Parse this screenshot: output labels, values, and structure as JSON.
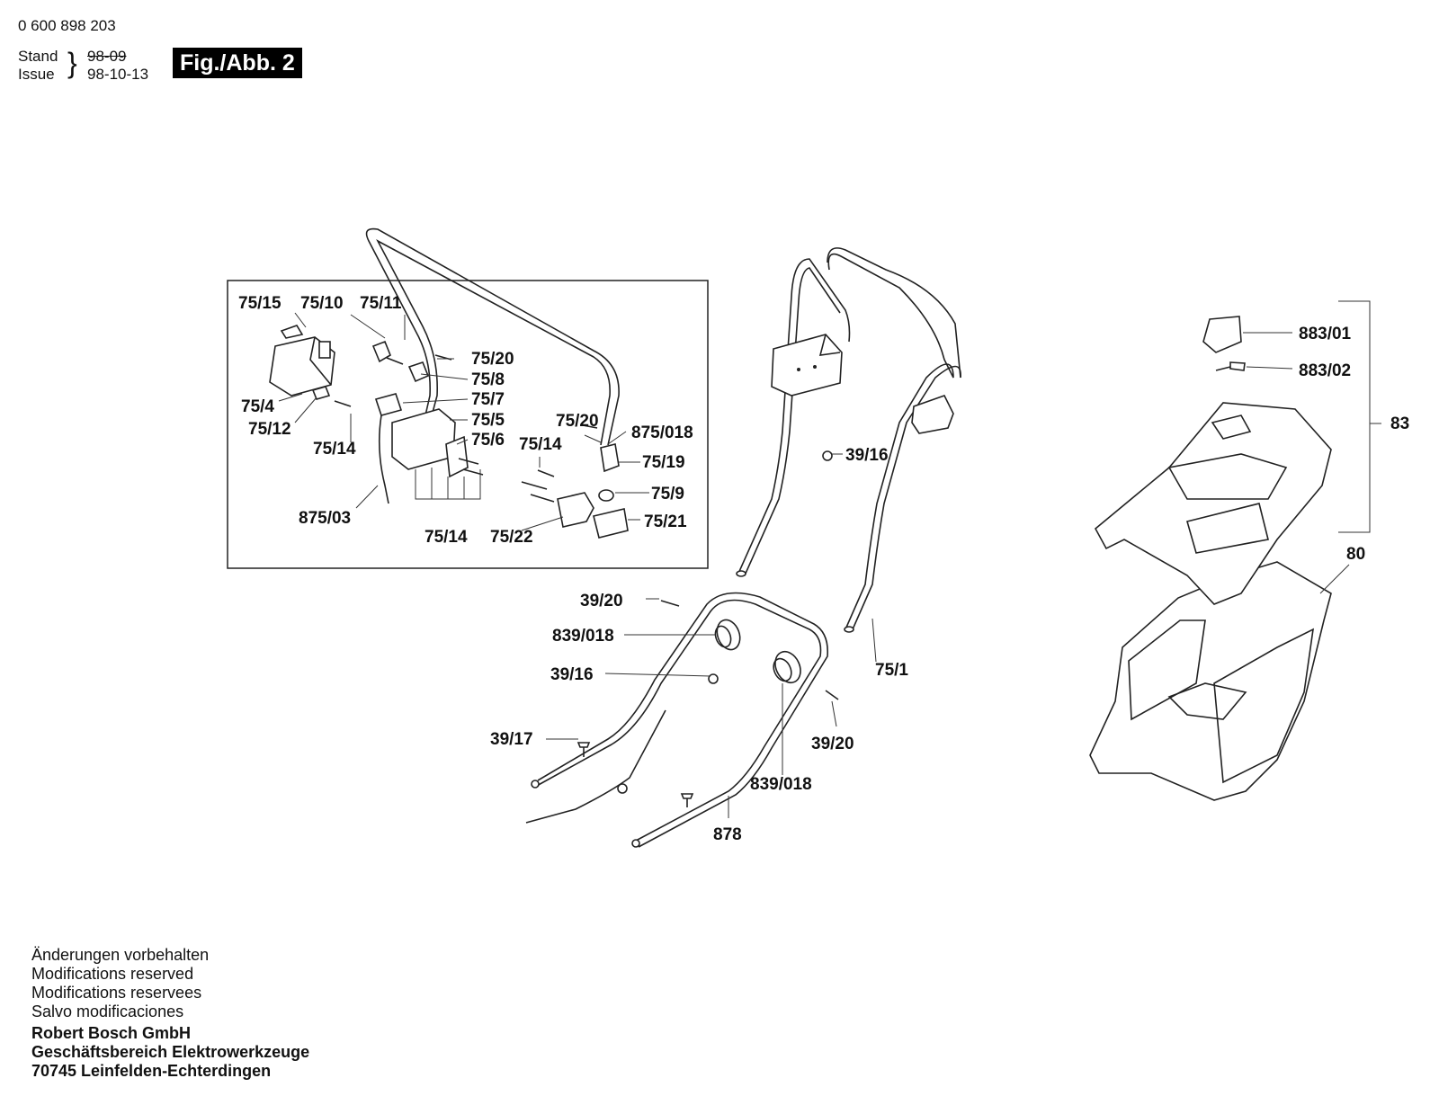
{
  "header": {
    "part_number": "0 600 898 203",
    "stand_label": "Stand",
    "issue_label": "Issue",
    "stand_old": "98-09",
    "issue_date": "98-10-13",
    "fig_label": "Fig./Abb. 2"
  },
  "callouts": {
    "c75_15": "75/15",
    "c75_10": "75/10",
    "c75_11": "75/11",
    "c75_20a": "75/20",
    "c75_8": "75/8",
    "c75_7": "75/7",
    "c75_4": "75/4",
    "c75_12": "75/12",
    "c75_5": "75/5",
    "c75_6": "75/6",
    "c75_14a": "75/14",
    "c75_20b": "75/20",
    "c875_018": "875/018",
    "c75_14b": "75/14",
    "c75_19": "75/19",
    "c75_9": "75/9",
    "c875_03": "875/03",
    "c75_14c": "75/14",
    "c75_22": "75/22",
    "c75_21": "75/21",
    "c39_16a": "39/16",
    "c39_20a": "39/20",
    "c839_018a": "839/018",
    "c39_16b": "39/16",
    "c39_17": "39/17",
    "c75_1": "75/1",
    "c39_20b": "39/20",
    "c839_018b": "839/018",
    "c878": "878",
    "c883_01": "883/01",
    "c883_02": "883/02",
    "c83": "83",
    "c80": "80"
  },
  "footer": {
    "line1": "Änderungen vorbehalten",
    "line2": "Modifications reserved",
    "line3": "Modifications reservees",
    "line4": "Salvo modificaciones",
    "company": "Robert Bosch GmbH",
    "division": "Geschäftsbereich Elektrowerkzeuge",
    "address": "70745 Leinfelden-Echterdingen"
  }
}
